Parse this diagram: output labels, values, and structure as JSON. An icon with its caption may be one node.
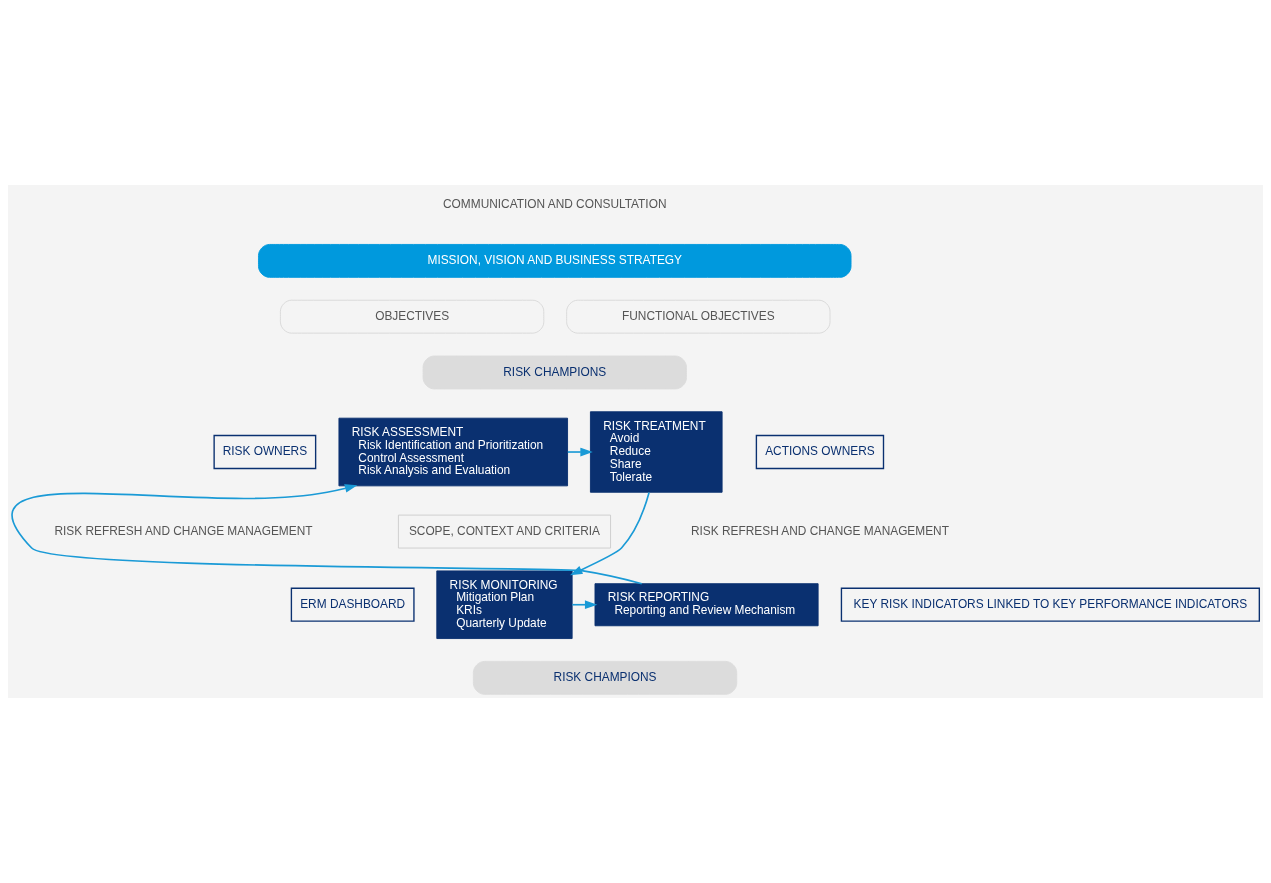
{
  "diagram": {
    "nodes": [
      {
        "text": [
          "MISSION, VISION AND BUSINESS STRATEGY"
        ]
      },
      {
        "text": [
          "OBJECTIVES"
        ]
      },
      {
        "text": [
          "FUNCTIONAL OBJECTIVES"
        ]
      },
      {
        "text": [
          "RISK CHAMPIONS"
        ]
      },
      {
        "text": [
          "RISK ASSESSMENT",
          "Risk Identification and Prioritization",
          "Control Assessment",
          "Risk Analysis and Evaluation"
        ]
      },
      {
        "text": [
          "RISK TREATMENT",
          "Avoid",
          "Reduce",
          "Share",
          "Tolerate"
        ]
      },
      {
        "text": [
          "RISK OWNERS"
        ]
      },
      {
        "text": [
          "ERM DASHBOARD"
        ]
      },
      {
        "text": [
          "SCOPE, CONTEXT AND CRITERIA"
        ]
      },
      {
        "text": [
          "ACTIONS OWNERS"
        ]
      },
      {
        "text": [
          "KEY RISK INDICATORS LINKED TO KEY PERFORMANCE INDICATORS"
        ]
      },
      {
        "text": [
          "RISK REPORTING",
          "Reporting and Review Mechanism"
        ]
      },
      {
        "text": [
          "RISK MONITORING",
          "Mitigation Plan",
          "KRIs",
          "Quarterly Update"
        ]
      },
      {
        "text": [
          "RISK CHAMPIONS"
        ]
      }
    ],
    "edges": [
      {
        "from": 4,
        "to": 5,
        "arrow": "to",
        "color": "#1a9ad6"
      },
      {
        "from": 5,
        "to": 12,
        "arrow": "to",
        "color": "#1a9ad6"
      },
      {
        "from": 12,
        "to": 11,
        "arrow": "to",
        "color": "#1a9ad6"
      },
      {
        "from": 11,
        "to": 4,
        "arrow": "to",
        "color": "#1a9ad6"
      }
    ],
    "labels": [
      "COMMUNICATION AND CONSULTATION",
      "RISK REFRESH AND CHANGE MANAGEMENT",
      "RISK REFRESH AND CHANGE MANAGEMENT"
    ]
  }
}
